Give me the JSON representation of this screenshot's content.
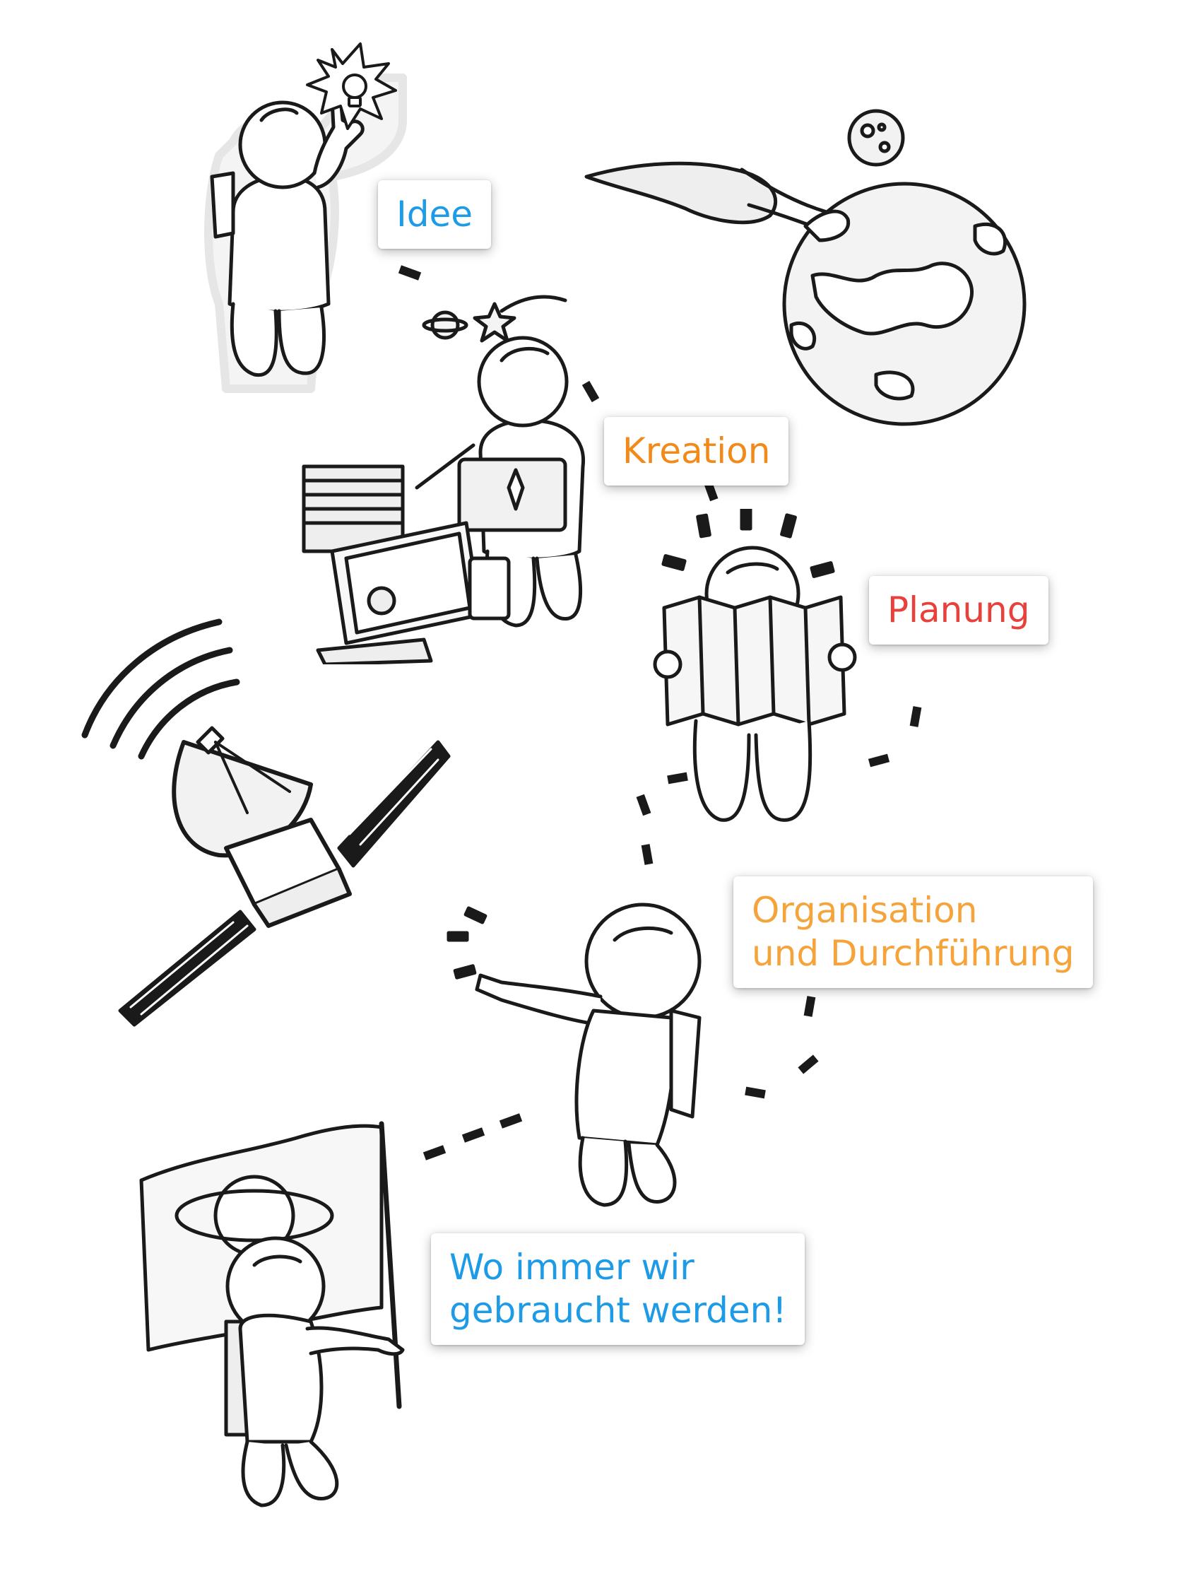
{
  "labels": {
    "idee": "Idee",
    "kreation": "Kreation",
    "planung": "Planung",
    "organisation": [
      "Organisation",
      "und Durchführung"
    ],
    "wo_immer": [
      "Wo immer wir",
      "gebraucht werden!"
    ]
  },
  "colors": {
    "idee": "#1e9be6",
    "kreation": "#f28a1a",
    "planung": "#e8403a",
    "organisation": "#f5a43c",
    "wo_immer": "#1e9be6",
    "ink": "#1a1a1a"
  },
  "illustrations": [
    {
      "name": "astronaut-idea-with-lightbulb",
      "icon": "lightbulb-icon"
    },
    {
      "name": "earth-with-comet-and-moon",
      "icon": "planet-icon"
    },
    {
      "name": "astronaut-creating-with-papers",
      "icon": "papers-icon"
    },
    {
      "name": "astronaut-reading-map",
      "icon": "map-icon"
    },
    {
      "name": "satellite",
      "icon": "satellite-icon"
    },
    {
      "name": "astronaut-pointing",
      "icon": "pointing-hand-icon"
    },
    {
      "name": "astronaut-with-flag",
      "icon": "flag-icon"
    }
  ]
}
